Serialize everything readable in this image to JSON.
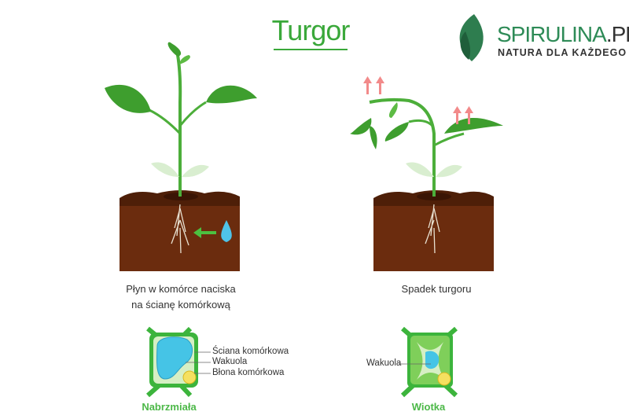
{
  "title": "Turgor",
  "logo": {
    "name": "SPIRULINA",
    "suffix": ".PL",
    "tagline": "NATURA DLA KAŻDEGO"
  },
  "colors": {
    "accent_green": "#3aa83a",
    "soil": "#6b2c0e",
    "water": "#4fc3e8",
    "arrow_up": "#f08080"
  },
  "left_panel": {
    "caption_line1": "Płyn w komórce naciska",
    "caption_line2": "na ścianę komórkową",
    "cell_labels": [
      "Ściana komórkowa",
      "Wakuola",
      "Błona komórkowa"
    ],
    "state": "Nabrzmiała"
  },
  "right_panel": {
    "caption": "Spadek turgoru",
    "cell_labels": [
      "Wakuola"
    ],
    "state": "Wiotka"
  }
}
